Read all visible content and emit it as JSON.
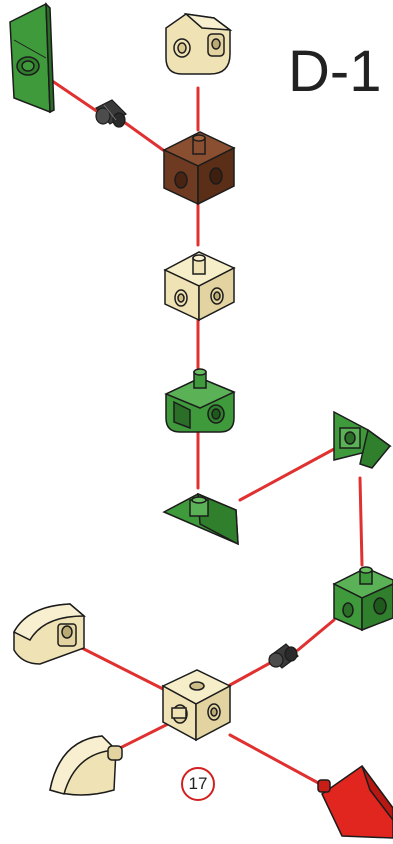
{
  "header": {
    "title": "D-1"
  },
  "step": {
    "number": "17"
  },
  "colors": {
    "connector_line": "#e03030",
    "tan_part": "#efe2b4",
    "brown_part": "#6e3a22",
    "green_part": "#3f9a3c",
    "gray_part": "#3a3a3a",
    "red_part": "#e0261f",
    "outline": "#1c1c1c"
  },
  "parts": [
    {
      "id": "green-panel-top-left",
      "color": "green",
      "shape": "panel"
    },
    {
      "id": "gray-peg-top",
      "color": "gray",
      "shape": "peg"
    },
    {
      "id": "tan-connector-top",
      "color": "tan",
      "shape": "half-cube"
    },
    {
      "id": "brown-cube",
      "color": "brown",
      "shape": "cube"
    },
    {
      "id": "tan-cube-middle",
      "color": "tan",
      "shape": "cube"
    },
    {
      "id": "green-connector-middle",
      "color": "green",
      "shape": "half-cube"
    },
    {
      "id": "green-wedge-lower",
      "color": "green",
      "shape": "wedge"
    },
    {
      "id": "green-wedge-right",
      "color": "green",
      "shape": "wedge"
    },
    {
      "id": "green-cube-right",
      "color": "green",
      "shape": "cube"
    },
    {
      "id": "gray-peg-bottom",
      "color": "gray",
      "shape": "peg"
    },
    {
      "id": "tan-slope-left",
      "color": "tan",
      "shape": "slope"
    },
    {
      "id": "tan-cube-bottom",
      "color": "tan",
      "shape": "cube"
    },
    {
      "id": "tan-curve-bottom-left",
      "color": "tan",
      "shape": "curve"
    },
    {
      "id": "red-slope-bottom-right",
      "color": "red",
      "shape": "slope"
    }
  ]
}
